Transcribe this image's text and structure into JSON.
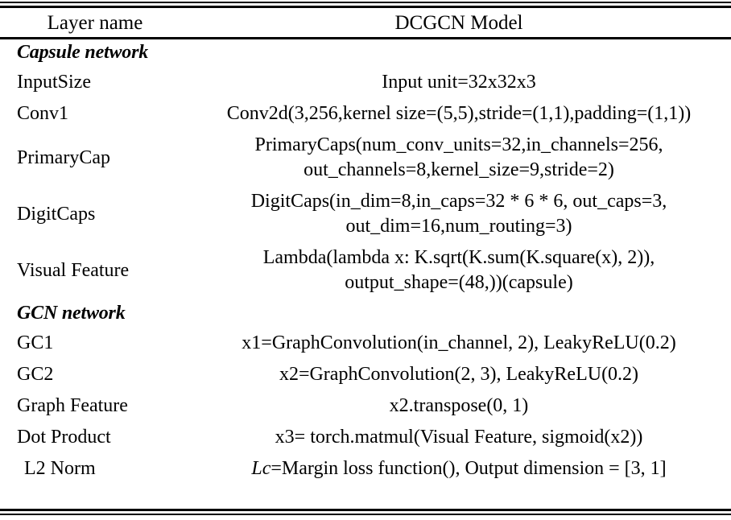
{
  "table": {
    "columns": [
      "Layer name",
      "DCGCN Model"
    ],
    "sections": [
      {
        "heading": "Capsule network",
        "rows": [
          {
            "name": "InputSize",
            "lines": [
              "Input unit=32x32x3"
            ]
          },
          {
            "name": "Conv1",
            "lines": [
              "Conv2d(3,256,kernel size=(5,5),stride=(1,1),padding=(1,1))"
            ]
          },
          {
            "name": "PrimaryCap",
            "lines": [
              "PrimaryCaps(num_conv_units=32,in_channels=256,",
              "out_channels=8,kernel_size=9,stride=2)"
            ]
          },
          {
            "name": "DigitCaps",
            "lines": [
              "DigitCaps(in_dim=8,in_caps=32 * 6 * 6, out_caps=3,",
              "out_dim=16,num_routing=3)"
            ]
          },
          {
            "name": "Visual Feature",
            "lines": [
              "Lambda(lambda x: K.sqrt(K.sum(K.square(x), 2)),",
              "output_shape=(48,))(capsule)"
            ]
          }
        ]
      },
      {
        "heading": "GCN network",
        "rows": [
          {
            "name": "GC1",
            "lines": [
              "x1=GraphConvolution(in_channel, 2), LeakyReLU(0.2)"
            ]
          },
          {
            "name": "GC2",
            "lines": [
              "x2=GraphConvolution(2, 3), LeakyReLU(0.2)"
            ]
          },
          {
            "name": "Graph Feature",
            "lines": [
              "x2.transpose(0, 1)"
            ]
          },
          {
            "name": "Dot Product",
            "lines": [
              "x3= torch.matmul(Visual Feature, sigmoid(x2))"
            ]
          },
          {
            "name": "L2 Norm",
            "math_prefix": "Lc",
            "lines": [
              "=Margin loss function(), Output dimension = [3, 1]"
            ]
          }
        ]
      }
    ]
  },
  "style": {
    "rule_color": "#000000",
    "text_color": "#000000",
    "background": "#ffffff"
  }
}
